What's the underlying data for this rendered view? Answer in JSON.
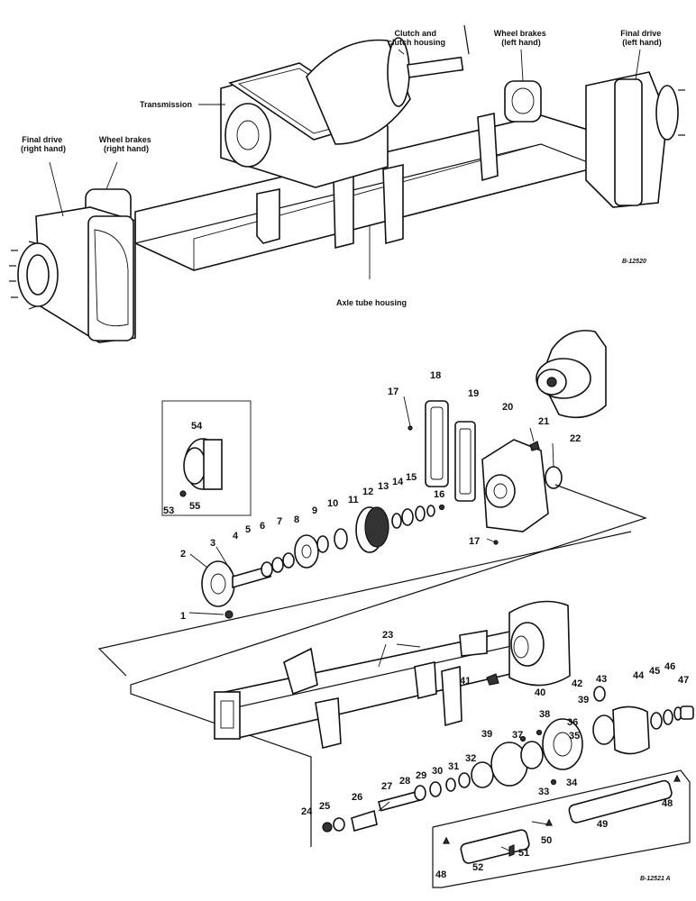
{
  "assembly_labels": {
    "clutch": "Clutch and\nclutch housing",
    "brakes_left": "Wheel brakes\n(left hand)",
    "final_left": "Final drive\n(left hand)",
    "transmission": "Transmission",
    "final_right": "Final drive\n(right hand)",
    "brakes_right": "Wheel brakes\n(right hand)",
    "axle_housing": "Axle tube housing"
  },
  "codes": {
    "top": "B-12520",
    "bottom": "B-12521 A"
  },
  "part_numbers": {
    "n1": "1",
    "n2": "2",
    "n3": "3",
    "n4": "4",
    "n5": "5",
    "n6": "6",
    "n7": "7",
    "n8": "8",
    "n9": "9",
    "n10": "10",
    "n11": "11",
    "n12": "12",
    "n13": "13",
    "n14": "14",
    "n15": "15",
    "n16": "16",
    "n17a": "17",
    "n17b": "17",
    "n18": "18",
    "n19": "19",
    "n20": "20",
    "n21": "21",
    "n22": "22",
    "n23": "23",
    "n24": "24",
    "n25": "25",
    "n26": "26",
    "n27": "27",
    "n28": "28",
    "n29": "29",
    "n30": "30",
    "n31": "31",
    "n32": "32",
    "n33": "33",
    "n34": "34",
    "n35": "35",
    "n36": "36",
    "n37": "37",
    "n38": "38",
    "n39a": "39",
    "n39b": "39",
    "n40": "40",
    "n41": "41",
    "n42": "42",
    "n43": "43",
    "n44": "44",
    "n45": "45",
    "n46": "46",
    "n47": "47",
    "n48a": "48",
    "n48b": "48",
    "n49": "49",
    "n50": "50",
    "n51": "51",
    "n52": "52",
    "n53": "53",
    "n54": "54",
    "n55": "55"
  }
}
